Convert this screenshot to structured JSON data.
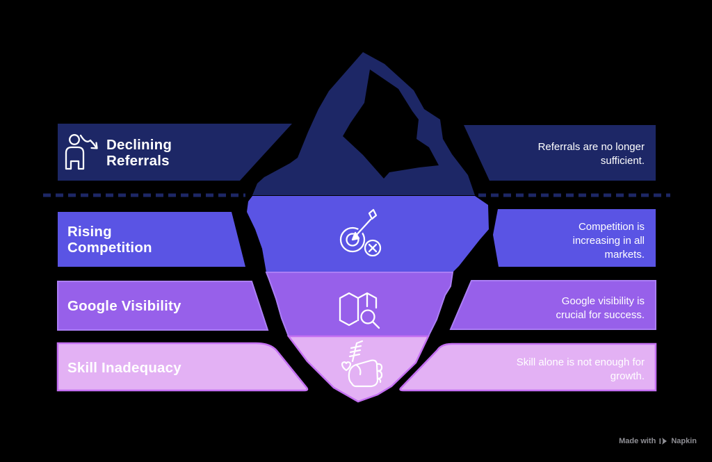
{
  "colors": {
    "background": "#000000",
    "navy": "#1d2766",
    "indigo": "#5a54e4",
    "purple": "#9760ea",
    "purple_border": "#ab7ef5",
    "pink": "#e3b1f4",
    "pink_border": "#c46ff2",
    "icon_stroke": "#ffffff",
    "text": "#ffffff",
    "watermark": "#8f8f95",
    "black_facet": "#000000"
  },
  "rows": [
    {
      "title": "Declining Referrals",
      "description": "Referrals are no longer sufficient.",
      "icon": "person-trend-down-icon"
    },
    {
      "title": "Rising Competition",
      "description": "Competition is increasing in all markets.",
      "icon": "target-missed-icon"
    },
    {
      "title": "Google Visibility",
      "description": "Google visibility is crucial for success.",
      "icon": "map-search-icon"
    },
    {
      "title": "Skill Inadequacy",
      "description": "Skill alone is not enough for growth.",
      "icon": "fist-strength-icon"
    }
  ],
  "watermark": {
    "prefix": "Made with",
    "brand": "Napkin"
  }
}
